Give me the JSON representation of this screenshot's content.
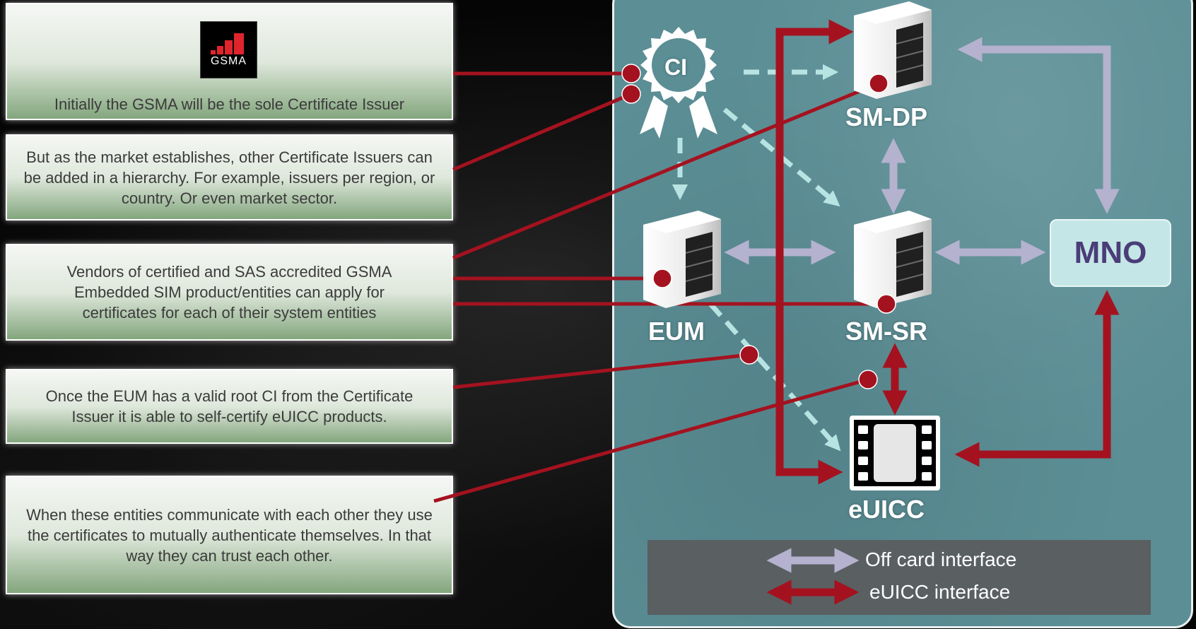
{
  "boxes": {
    "gsma": {
      "text": "Initially the GSMA will be the sole Certificate Issuer"
    },
    "hierarchy": {
      "text": "But as the market establishes, other Certificate Issuers can be added in a hierarchy. For example, issuers per region, or country. Or even market sector."
    },
    "vendors": {
      "text": "Vendors of certified and SAS accredited GSMA Embedded SIM product/entities can apply for certificates for each of their system entities"
    },
    "eum": {
      "text": "Once the EUM has a valid root CI from the Certificate Issuer it is able to self-certify eUICC products."
    },
    "communicate": {
      "text": "When these entities communicate with each other they use the certificates to mutually authenticate themselves. In that way they can trust each other."
    }
  },
  "logo": {
    "text": "GSMA"
  },
  "nodes": {
    "ci": "CI",
    "smdp": "SM-DP",
    "smsr": "SM-SR",
    "eum": "EUM",
    "euicc": "eUICC",
    "mno": "MNO"
  },
  "legend": {
    "off_card": "Off card interface",
    "euicc_interface": "eUICC interface"
  },
  "colors": {
    "panel": "#5b8e95",
    "red": "#a4121f",
    "lavender": "#b4b2cf",
    "dashed": "#b7e4e2",
    "mno_text": "#4a3d78"
  },
  "icons": [
    "certificate-badge-icon",
    "server-icon",
    "sim-chip-icon",
    "double-arrow-icon"
  ]
}
